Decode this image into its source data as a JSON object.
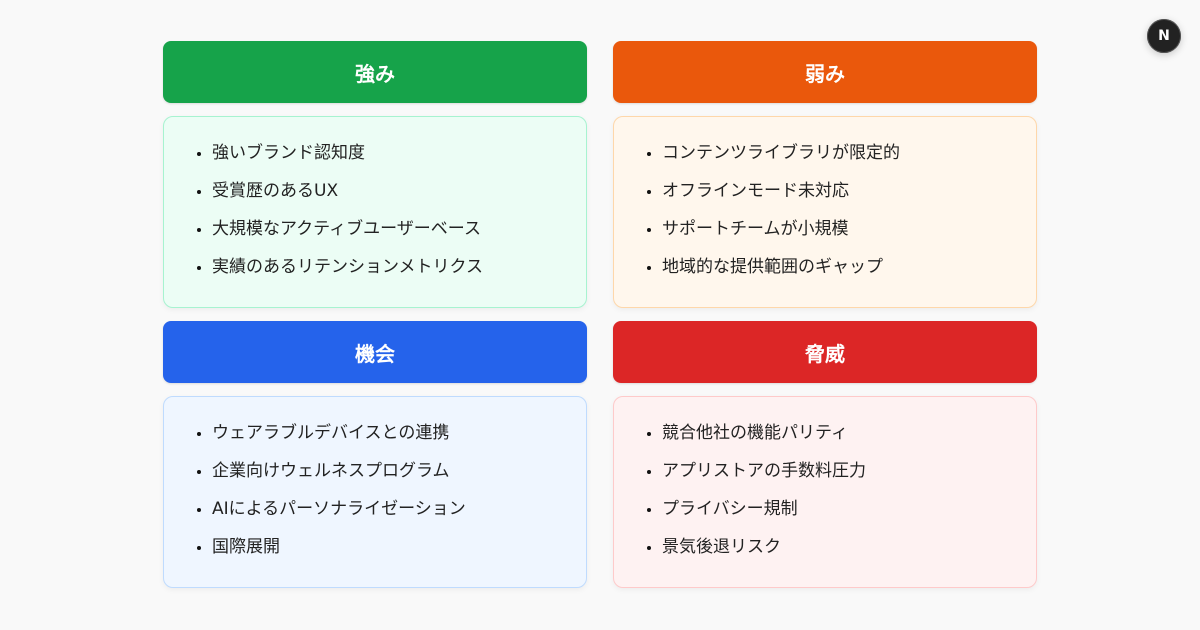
{
  "quadrants": {
    "strengths": {
      "title": "強み",
      "header_color": "#16a34a",
      "card_bg": "#ecfdf5",
      "card_border": "#a7f3d0",
      "items": [
        "強いブランド認知度",
        "受賞歴のあるUX",
        "大規模なアクティブユーザーベース",
        "実績のあるリテンションメトリクス"
      ]
    },
    "weaknesses": {
      "title": "弱み",
      "header_color": "#ea580c",
      "card_bg": "#fff7ed",
      "card_border": "#fed7aa",
      "items": [
        "コンテンツライブラリが限定的",
        "オフラインモード未対応",
        "サポートチームが小規模",
        "地域的な提供範囲のギャップ"
      ]
    },
    "opportunities": {
      "title": "機会",
      "header_color": "#2563eb",
      "card_bg": "#eff6ff",
      "card_border": "#bfdbfe",
      "items": [
        "ウェアラブルデバイスとの連携",
        "企業向けウェルネスプログラム",
        "AIによるパーソナライゼーション",
        "国際展開"
      ]
    },
    "threats": {
      "title": "脅威",
      "header_color": "#dc2626",
      "card_bg": "#fef2f2",
      "card_border": "#fecaca",
      "items": [
        "競合他社の機能パリティ",
        "アプリストアの手数料圧力",
        "プライバシー規制",
        "景気後退リスク"
      ]
    }
  },
  "badge": {
    "label": "N",
    "icon": "next-logo-icon"
  }
}
